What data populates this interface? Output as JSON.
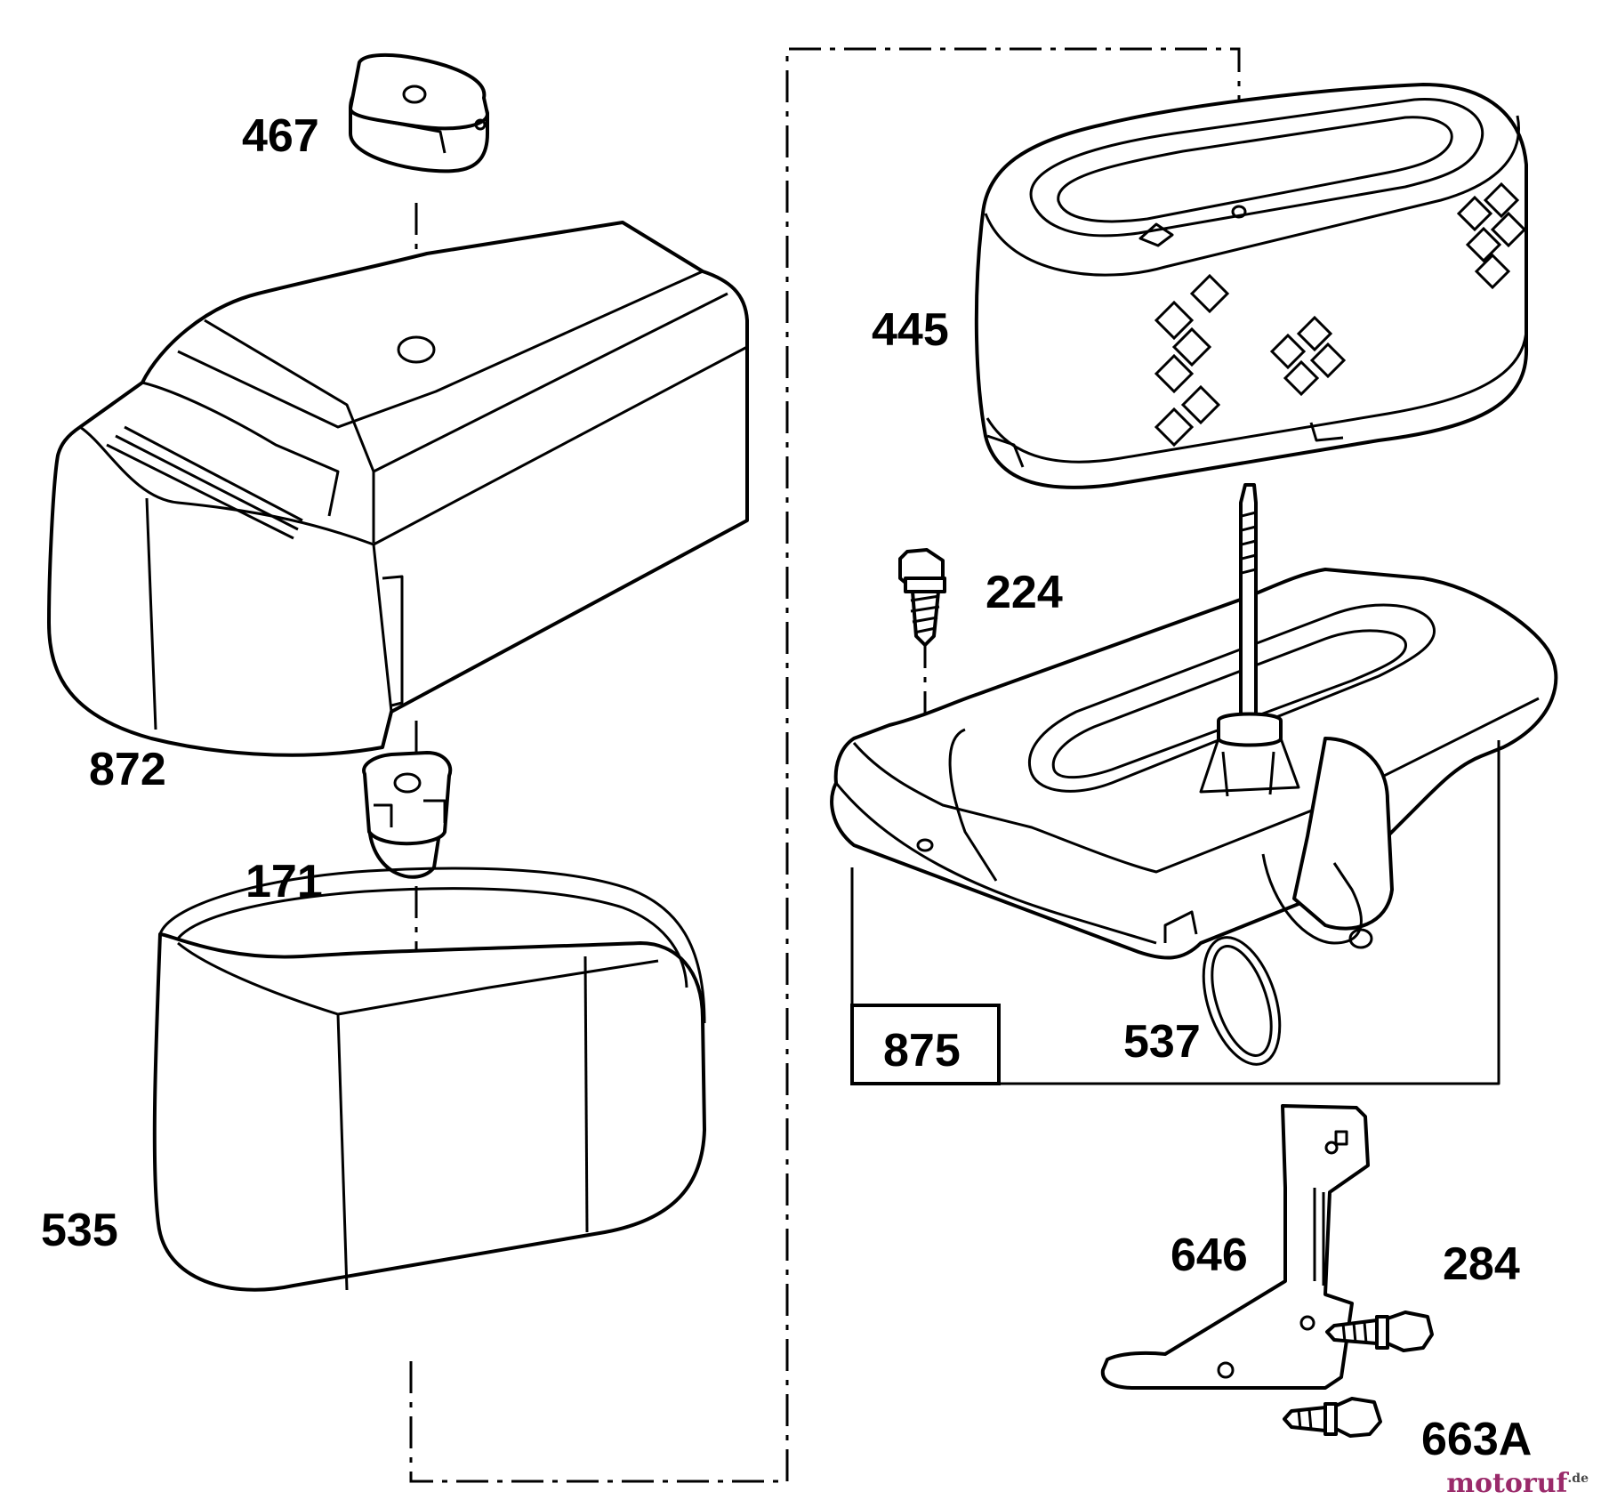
{
  "labels": {
    "p467": "467",
    "p872": "872",
    "p171": "171",
    "p535": "535",
    "p445": "445",
    "p224": "224",
    "p875": "875",
    "p537": "537",
    "p646": "646",
    "p284": "284",
    "p663a": "663A"
  },
  "watermark": {
    "name": "motoruf",
    "suffix": ".de"
  }
}
